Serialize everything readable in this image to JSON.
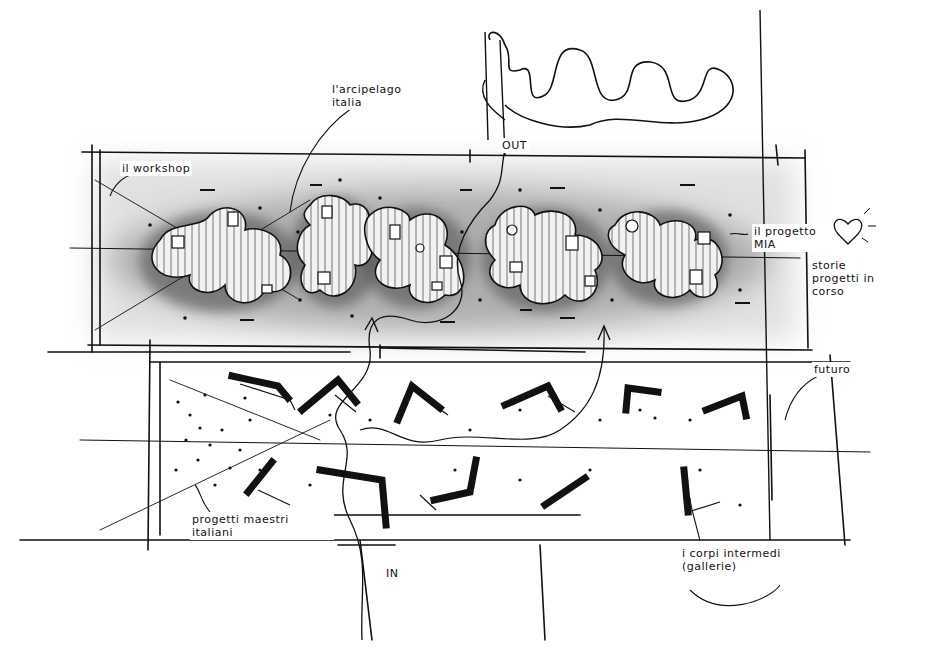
{
  "diagram": {
    "labels": [
      "il workshop",
      "l'arcipelago italia",
      "OUT",
      "il progetto MIA",
      "storie progetti in corso",
      "futuro",
      "progetti maestri italiani",
      "IN",
      "i corpi intermedi (gallerie)"
    ]
  }
}
